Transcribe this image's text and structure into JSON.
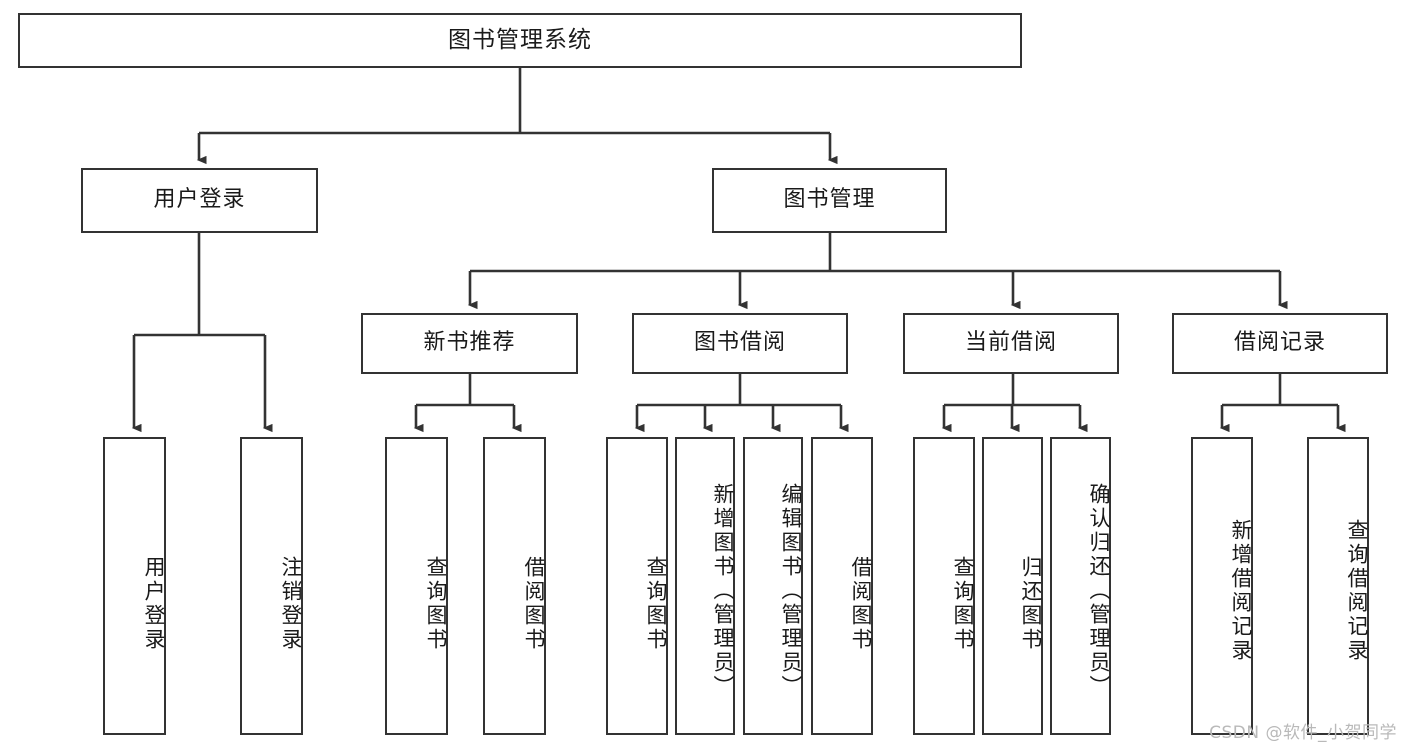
{
  "diagram": {
    "title": "图书管理系统",
    "type": "tree",
    "watermark": "CSDN @软件_小贺同学",
    "colors": {
      "box_border": "#333333",
      "box_fill": "#ffffff",
      "connector": "#333333",
      "text": "#1a1a1a",
      "watermark": "#b9b9b9"
    },
    "root": {
      "label": "图书管理系统"
    },
    "level2": [
      {
        "label": "用户登录"
      },
      {
        "label": "图书管理"
      }
    ],
    "level3": [
      {
        "label": "新书推荐"
      },
      {
        "label": "图书借阅"
      },
      {
        "label": "当前借阅"
      },
      {
        "label": "借阅记录"
      }
    ],
    "leaves": {
      "user_login": [
        {
          "label": "用户登录"
        },
        {
          "label": "注销登录"
        }
      ],
      "new_book_recommend": [
        {
          "label": "查询图书"
        },
        {
          "label": "借阅图书"
        }
      ],
      "book_borrow": [
        {
          "label": "查询图书"
        },
        {
          "label": "新增图书（管理员）"
        },
        {
          "label": "编辑图书（管理员）"
        },
        {
          "label": "借阅图书"
        }
      ],
      "current_borrow": [
        {
          "label": "查询图书"
        },
        {
          "label": "归还图书"
        },
        {
          "label": "确认归还（管理员）"
        }
      ],
      "borrow_record": [
        {
          "label": "新增借阅记录"
        },
        {
          "label": "查询借阅记录"
        }
      ]
    }
  }
}
